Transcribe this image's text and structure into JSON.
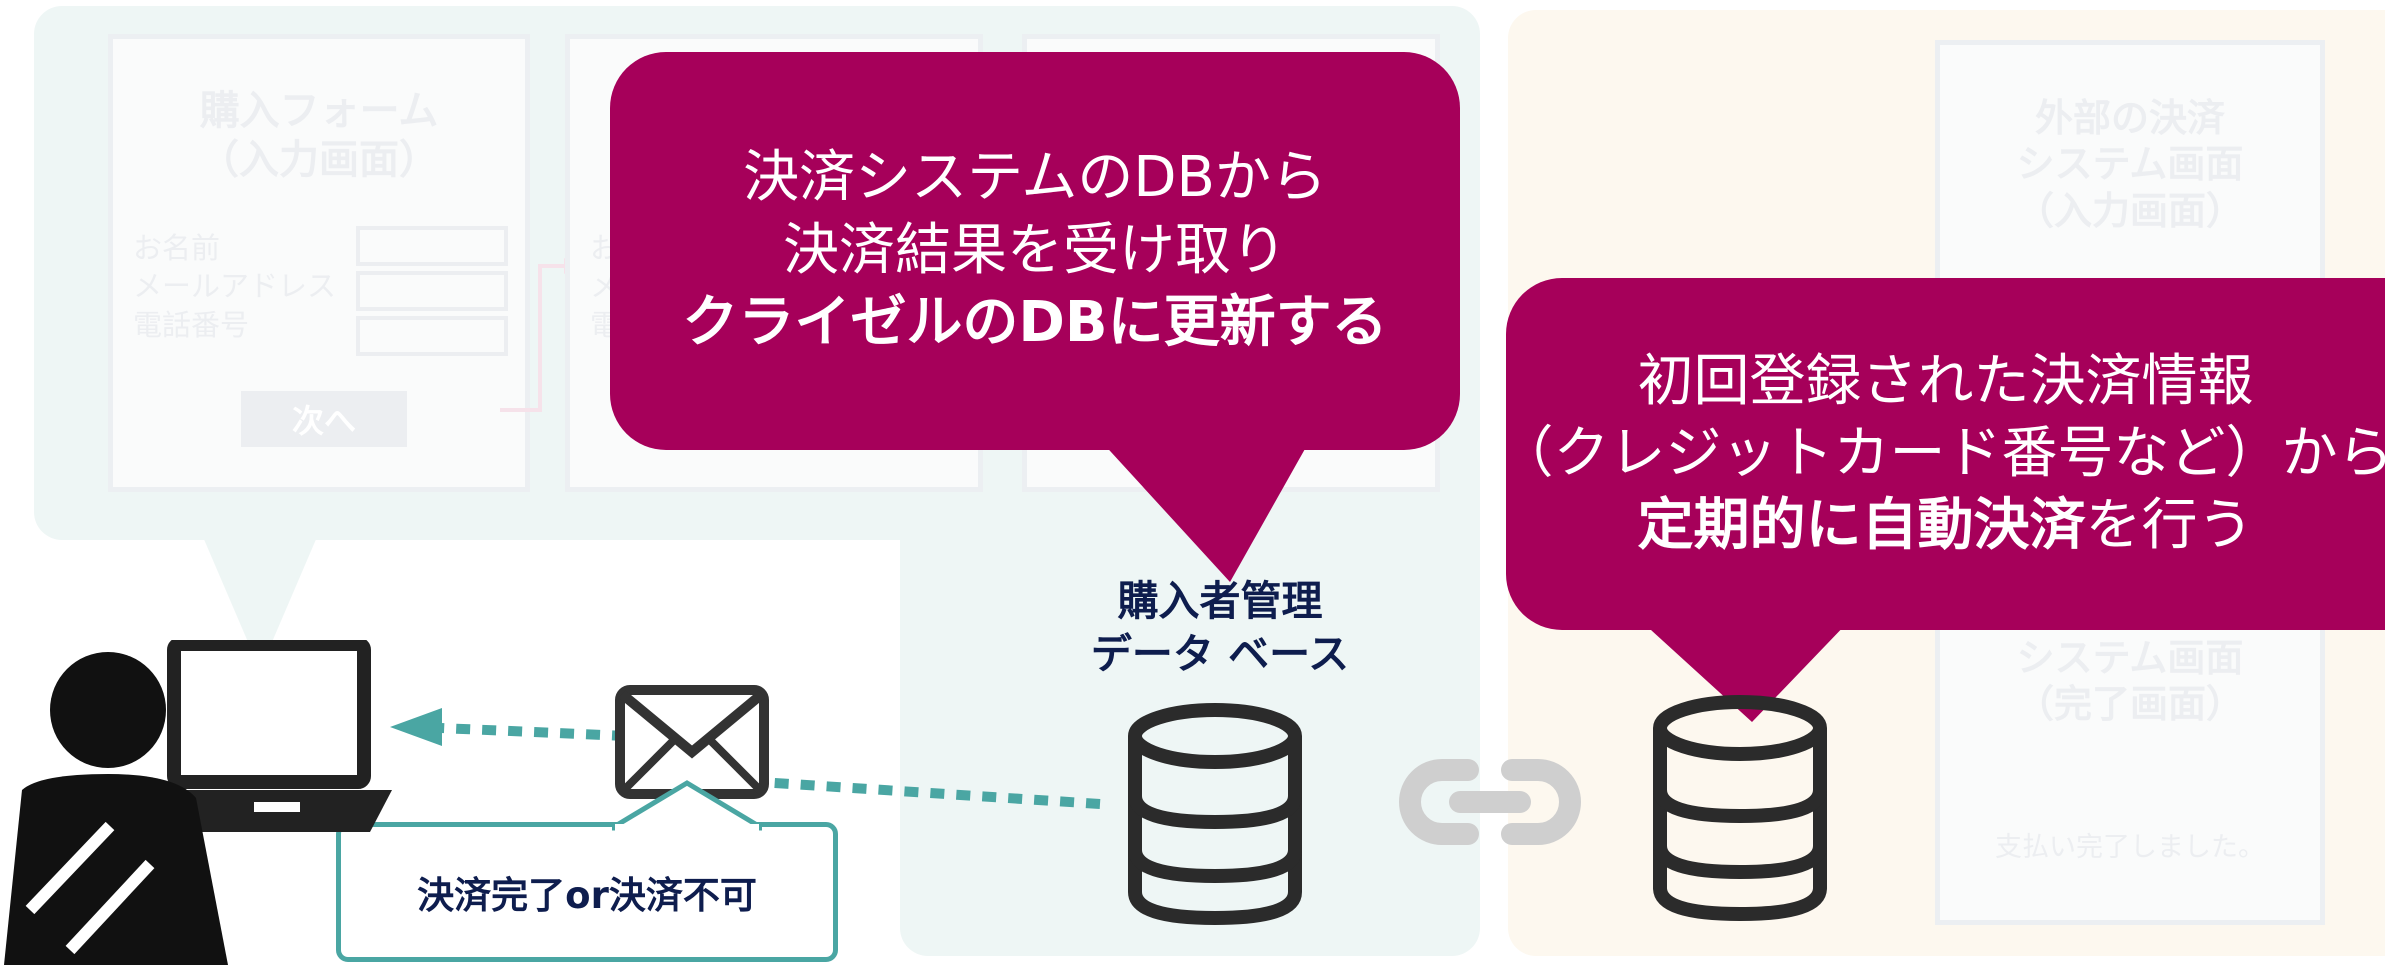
{
  "callout_left": {
    "line1": "決済システムのDBから",
    "line2": "決済結果を受け取り",
    "line3": "クライゼルのDBに更新する"
  },
  "callout_right": {
    "line1": "初回登録された決済情報",
    "line2": "（クレジットカード番号など）から",
    "line3_bold": "定期的に自動決済",
    "line3_rest": "を行う"
  },
  "buyer_db": {
    "line1": "購入者管理",
    "line2": "データ ベース"
  },
  "email_status": {
    "label": "決済完了or決済不可"
  },
  "purchase_form": {
    "title_line1": "購入フォーム",
    "title_line2": "（入力画面）",
    "field_name": "お名前",
    "field_email": "メールアドレス",
    "field_phone": "電話番号",
    "next_button": "次へ"
  },
  "confirm_form": {
    "field_name_partial": "お",
    "field_email_partial": "メ",
    "field_phone_partial": "電"
  },
  "external_input": {
    "line1": "外部の決済",
    "line2": "システム画面",
    "line3": "（入力画面）"
  },
  "external_complete": {
    "line1": "システム画面",
    "line2": "（完了画面）",
    "message": "支払い完了しました。"
  },
  "colors": {
    "magenta": "#a6005a",
    "teal": "#4aa6a3",
    "navy": "#0e1d4e",
    "panel_left": "#eef6f5",
    "panel_right": "#fdf8ef"
  }
}
